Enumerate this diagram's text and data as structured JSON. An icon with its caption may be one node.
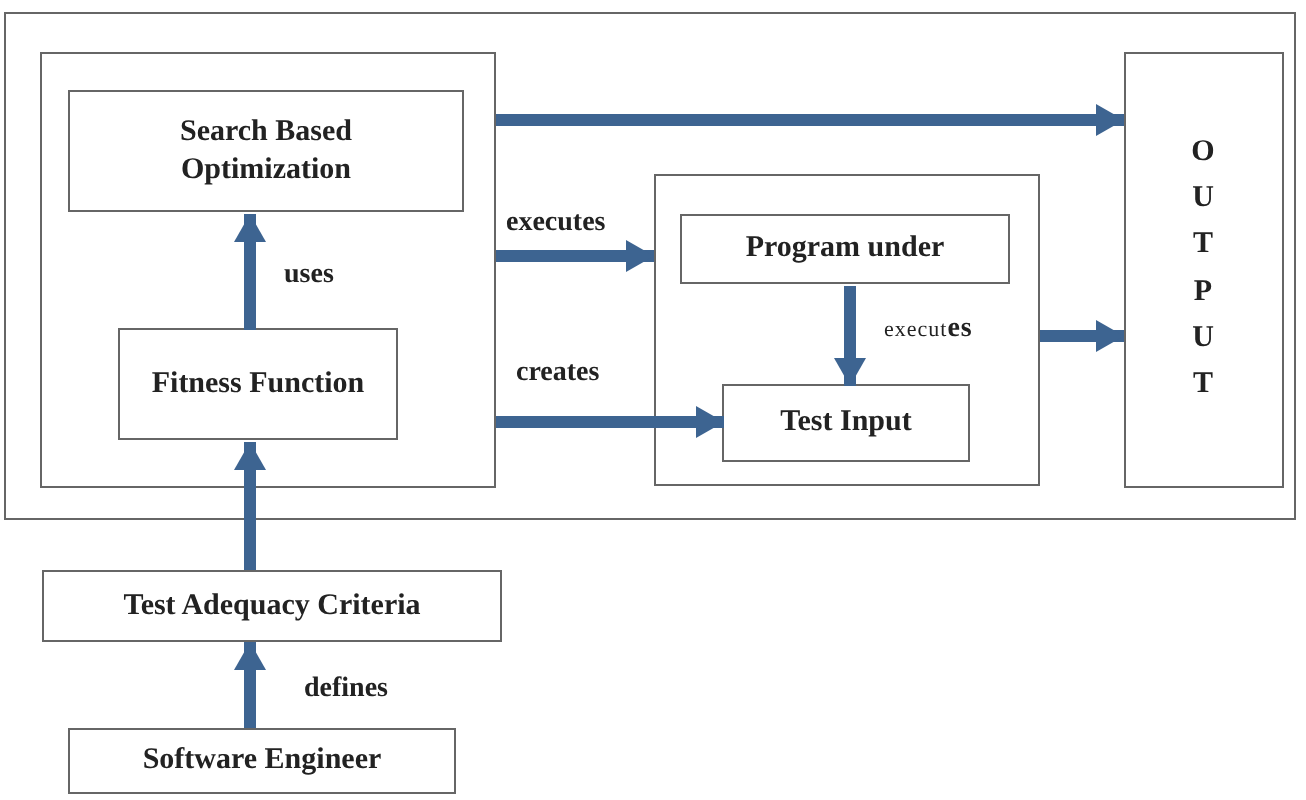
{
  "diagram": {
    "nodes": [
      {
        "text": [],
        "shape": "box"
      },
      {
        "text": [],
        "shape": "box",
        "in": 0
      },
      {
        "text": [
          "Search Based Optimization"
        ],
        "in": 1
      },
      {
        "text": [
          "Fitness Function"
        ],
        "in": 1
      },
      {
        "text": [],
        "shape": "box",
        "in": 0
      },
      {
        "text": [
          "Program under"
        ],
        "in": 4
      },
      {
        "text": [
          "Test Input"
        ],
        "in": 4
      },
      {
        "text": [
          "OUTPUT"
        ],
        "in": 0
      },
      {
        "text": [
          "Test Adequacy Criteria"
        ]
      },
      {
        "text": [
          "Software Engineer"
        ]
      }
    ],
    "edges": [
      {
        "from": 1,
        "to": 7,
        "arrow": "to"
      },
      {
        "from": 3,
        "to": 2,
        "arrow": "to",
        "label": "uses"
      },
      {
        "from": 1,
        "to": 4,
        "arrow": "to",
        "label": "executes"
      },
      {
        "from": 1,
        "to": 6,
        "arrow": "to",
        "label": "creates"
      },
      {
        "from": 5,
        "to": 6,
        "arrow": "to",
        "label": "execut**es**"
      },
      {
        "from": 4,
        "to": 7,
        "arrow": "to"
      },
      {
        "from": 8,
        "to": 3,
        "arrow": "to"
      },
      {
        "from": 9,
        "to": 8,
        "arrow": "to",
        "label": "defines"
      }
    ]
  }
}
